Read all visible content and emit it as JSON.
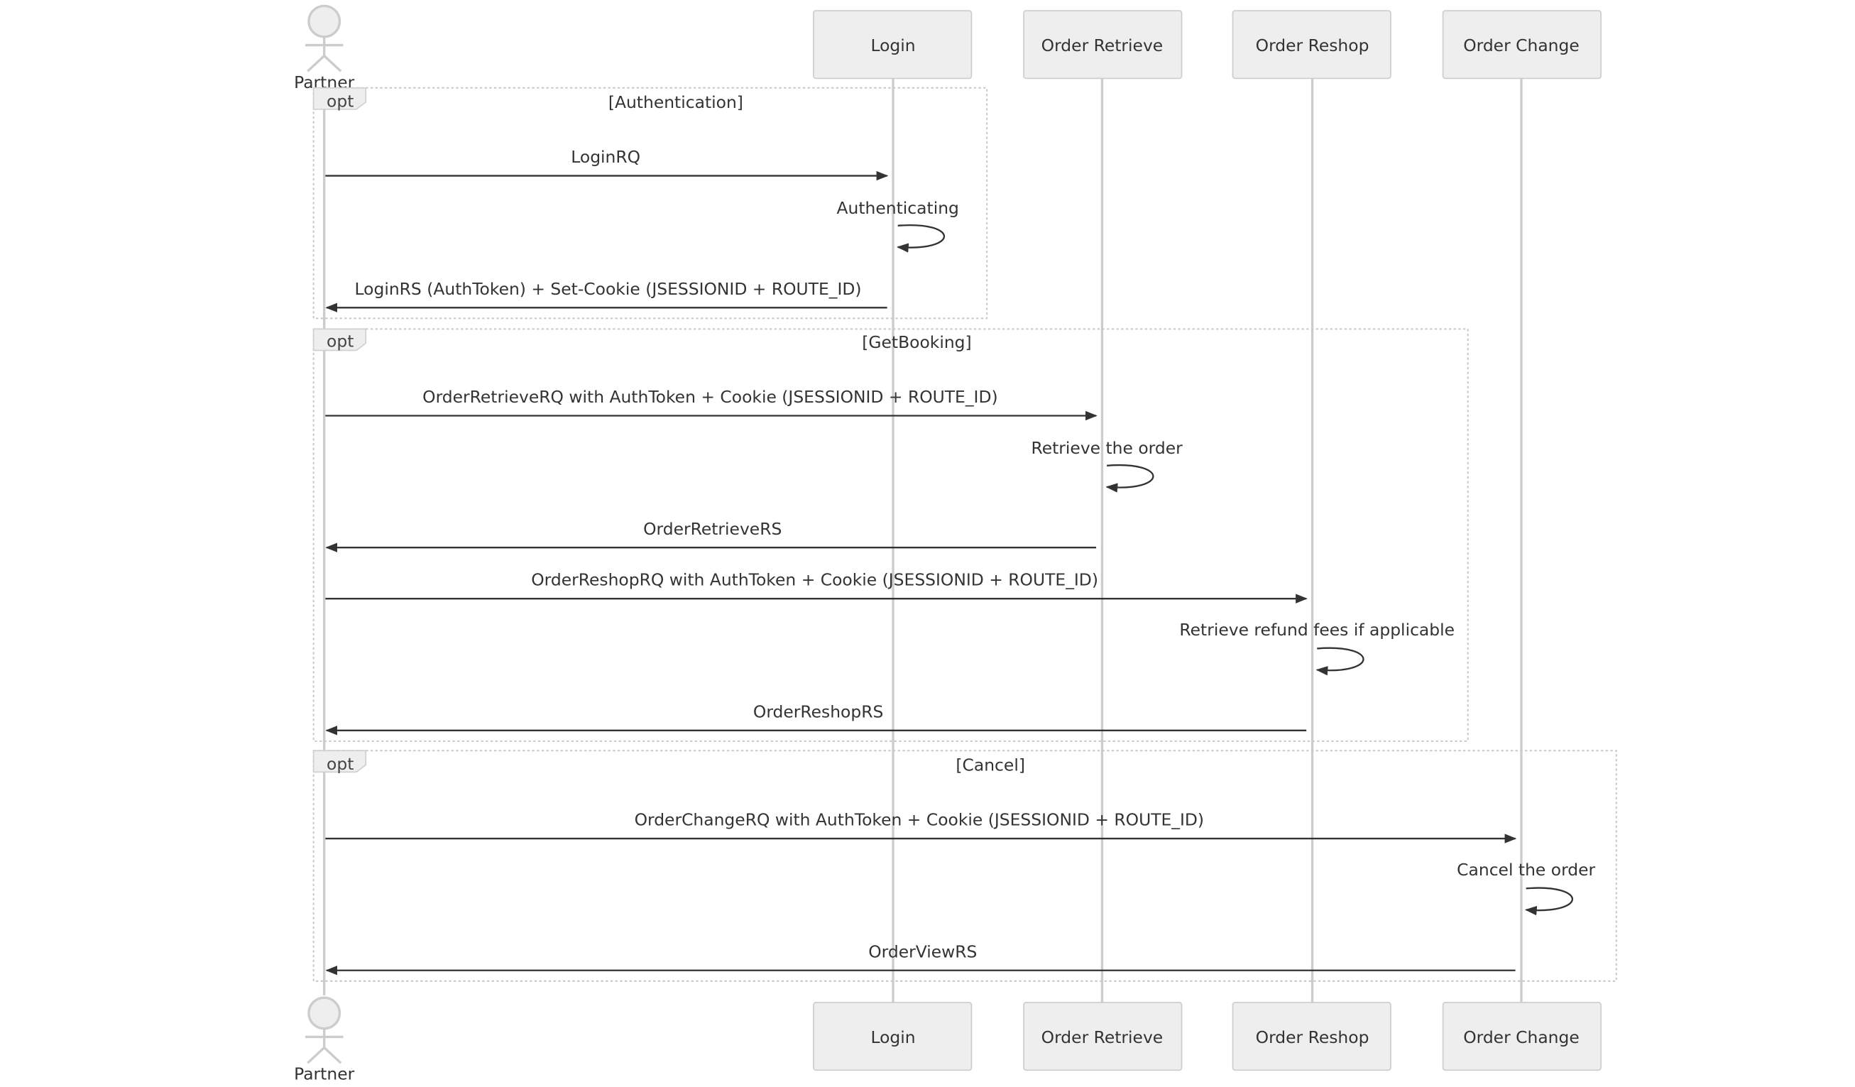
{
  "actor": {
    "name": "Partner"
  },
  "participants": [
    {
      "id": "login",
      "label": "Login"
    },
    {
      "id": "retrieve",
      "label": "Order Retrieve"
    },
    {
      "id": "reshop",
      "label": "Order Reshop"
    },
    {
      "id": "change",
      "label": "Order Change"
    }
  ],
  "fragments": [
    {
      "type": "opt",
      "condition": "[Authentication]"
    },
    {
      "type": "opt",
      "condition": "[GetBooking]"
    },
    {
      "type": "opt",
      "condition": "[Cancel]"
    }
  ],
  "messages": [
    {
      "from": "Partner",
      "to": "Login",
      "text": "LoginRQ"
    },
    {
      "from": "Login",
      "to": "Login",
      "text": "Authenticating"
    },
    {
      "from": "Login",
      "to": "Partner",
      "text": "LoginRS (AuthToken) + Set-Cookie (JSESSIONID + ROUTE_ID)"
    },
    {
      "from": "Partner",
      "to": "Order Retrieve",
      "text": "OrderRetrieveRQ with AuthToken + Cookie (JSESSIONID + ROUTE_ID)"
    },
    {
      "from": "Order Retrieve",
      "to": "Order Retrieve",
      "text": "Retrieve the order"
    },
    {
      "from": "Order Retrieve",
      "to": "Partner",
      "text": "OrderRetrieveRS"
    },
    {
      "from": "Partner",
      "to": "Order Reshop",
      "text": "OrderReshopRQ with AuthToken + Cookie (JSESSIONID + ROUTE_ID)"
    },
    {
      "from": "Order Reshop",
      "to": "Order Reshop",
      "text": "Retrieve refund fees if applicable"
    },
    {
      "from": "Order Reshop",
      "to": "Partner",
      "text": "OrderReshopRS"
    },
    {
      "from": "Partner",
      "to": "Order Change",
      "text": "OrderChangeRQ with AuthToken + Cookie (JSESSIONID + ROUTE_ID)"
    },
    {
      "from": "Order Change",
      "to": "Order Change",
      "text": "Cancel the order"
    },
    {
      "from": "Order Change",
      "to": "Partner",
      "text": "OrderViewRS"
    }
  ],
  "colors": {
    "participant_fill": "#eeeeee",
    "participant_border": "#cccccc",
    "lifeline": "#cccccc",
    "message": "#333333",
    "text": "#333333"
  }
}
